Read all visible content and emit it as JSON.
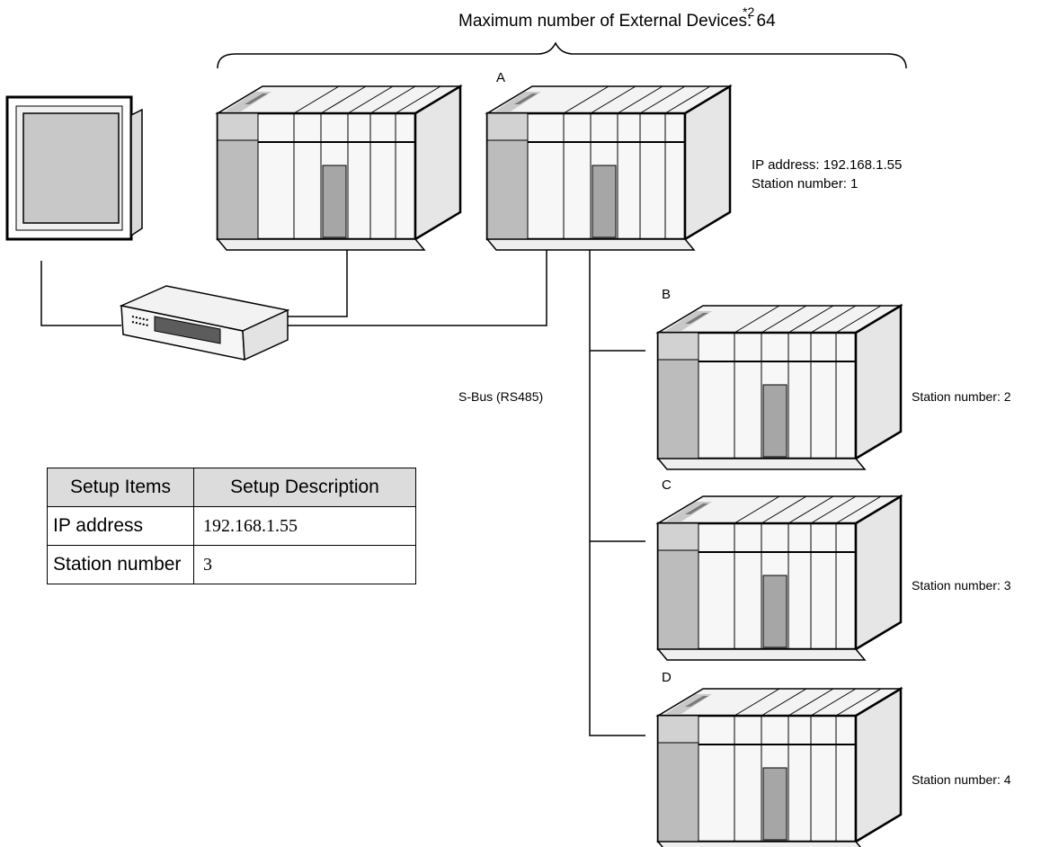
{
  "header": {
    "max_devices_label": "Maximum number of External Devices: 64",
    "footnote": "*2"
  },
  "bus": {
    "label": "S-Bus (RS485)"
  },
  "devices": [
    {
      "letter": "A",
      "lines": [
        "IP address: 192.168.1.55",
        "Station number: 1"
      ]
    },
    {
      "letter": "B",
      "lines": [
        "Station number: 2"
      ]
    },
    {
      "letter": "C",
      "lines": [
        "Station number: 3"
      ]
    },
    {
      "letter": "D",
      "lines": [
        "Station number: 4"
      ]
    }
  ],
  "setup_table": {
    "headers": [
      "Setup Items",
      "Setup Description"
    ],
    "rows": [
      {
        "item": "IP address",
        "value": "192.168.1.55"
      },
      {
        "item": "Station number",
        "value": "3"
      }
    ]
  }
}
